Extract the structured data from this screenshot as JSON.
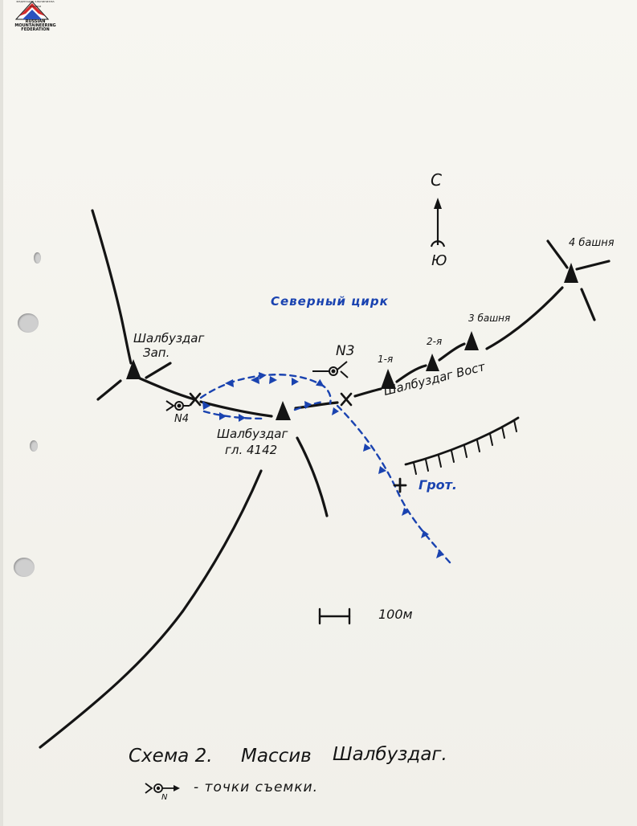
{
  "logo": {
    "arc_text": "ФЕДЕРАЦИЯ АЛЬПИНИЗМА РОССИИ",
    "line1": "RUSSIAN",
    "line2": "MOUNTAINEERING",
    "line3": "FEDERATION"
  },
  "compass": {
    "north": "С",
    "south": "Ю"
  },
  "labels": {
    "west_peak_line1": "Шалбуздаг",
    "west_peak_line2": "Зап.",
    "point_n4": "N4",
    "point_n3": "N3",
    "north_cirque": "Северный цирк",
    "main_peak_line1": "Шалбуздаг",
    "main_peak_line2": "гл. 4142",
    "tower1": "1-я",
    "tower2": "2-я",
    "tower3": "3 башня",
    "tower4": "4 башня",
    "east_peak": "Шалбуздаг Вост",
    "grotto": "Грот.",
    "scale": "100м"
  },
  "caption": {
    "scheme": "Схема 2.",
    "massif": "Массив",
    "name": "Шалбуздаг.",
    "legend_text": "- точки съемки.",
    "legend_n": "N"
  },
  "colors": {
    "ink": "#141414",
    "route": "#1a43b0",
    "paper": "#f4f3ee"
  }
}
